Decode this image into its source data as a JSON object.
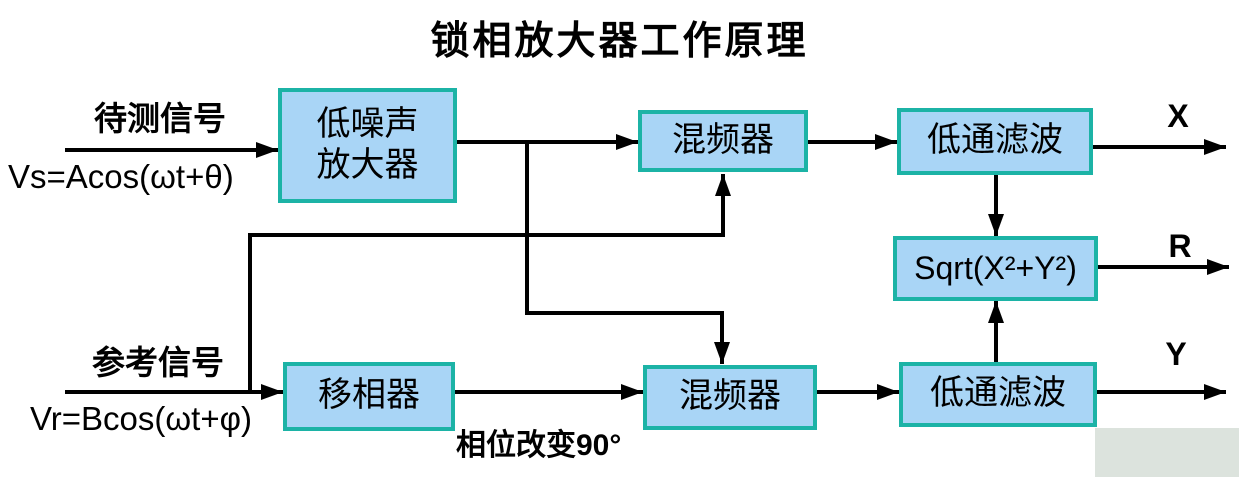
{
  "title": "锁相放大器工作原理",
  "inputs": {
    "signal": {
      "label": "待测信号",
      "formula": "Vs=Acos(ωt+θ)"
    },
    "reference": {
      "label": "参考信号",
      "formula": "Vr=Bcos(ωt+φ)"
    }
  },
  "nodes": {
    "low_noise_amplifier": "低噪声\n放大器",
    "mixer_top": "混频器",
    "mixer_bottom": "混频器",
    "lpf_top": "低通滤波",
    "lpf_bottom": "低通滤波",
    "phase_shifter": "移相器",
    "magnitude": "Sqrt(X²+Y²)"
  },
  "annotations": {
    "phase_shift_note": "相位改变90°"
  },
  "outputs": {
    "x": "X",
    "r": "R",
    "y": "Y"
  },
  "colors": {
    "node_fill": "#a9d5f6",
    "node_border": "#1cb3a6",
    "wire": "#000000",
    "background": "#ffffff",
    "corner_rect": "#dce3dd"
  }
}
